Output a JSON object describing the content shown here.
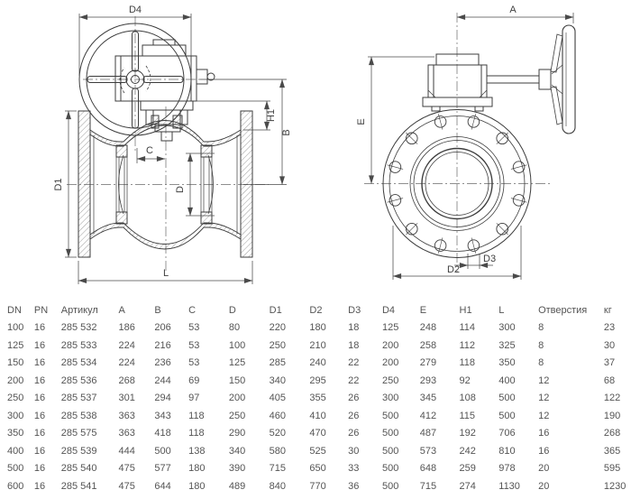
{
  "page": {
    "background": "#ffffff",
    "line_color": "#3c3c3c",
    "dim_color": "#4a4a4a",
    "text_color": "#545454"
  },
  "drawing": {
    "side_view": {
      "labels": {
        "d4": "D4",
        "d1": "D1",
        "l": "L",
        "c": "C",
        "d": "D",
        "h1": "H1",
        "b": "B"
      }
    },
    "front_view": {
      "labels": {
        "a": "A",
        "e": "E",
        "d2": "D2",
        "d3": "D3"
      }
    }
  },
  "table": {
    "headers": [
      "DN",
      "PN",
      "Артикул",
      "A",
      "B",
      "C",
      "D",
      "D1",
      "D2",
      "D3",
      "D4",
      "E",
      "H1",
      "L",
      "Отверстия",
      "кг"
    ],
    "rows": [
      [
        "100",
        "16",
        "285 532",
        "186",
        "206",
        "53",
        "80",
        "220",
        "180",
        "18",
        "125",
        "248",
        "114",
        "300",
        "8",
        "23"
      ],
      [
        "125",
        "16",
        "285 533",
        "224",
        "216",
        "53",
        "100",
        "250",
        "210",
        "18",
        "200",
        "258",
        "112",
        "325",
        "8",
        "30"
      ],
      [
        "150",
        "16",
        "285 534",
        "224",
        "236",
        "53",
        "125",
        "285",
        "240",
        "22",
        "200",
        "279",
        "118",
        "350",
        "8",
        "37"
      ],
      [
        "200",
        "16",
        "285 536",
        "268",
        "244",
        "69",
        "150",
        "340",
        "295",
        "22",
        "250",
        "293",
        "92",
        "400",
        "12",
        "68"
      ],
      [
        "250",
        "16",
        "285 537",
        "301",
        "294",
        "97",
        "200",
        "405",
        "355",
        "26",
        "300",
        "345",
        "108",
        "500",
        "12",
        "122"
      ],
      [
        "300",
        "16",
        "285 538",
        "363",
        "343",
        "118",
        "250",
        "460",
        "410",
        "26",
        "500",
        "412",
        "115",
        "500",
        "12",
        "190"
      ],
      [
        "350",
        "16",
        "285 575",
        "363",
        "418",
        "118",
        "290",
        "520",
        "470",
        "26",
        "500",
        "487",
        "192",
        "706",
        "16",
        "268"
      ],
      [
        "400",
        "16",
        "285 539",
        "444",
        "500",
        "138",
        "340",
        "580",
        "525",
        "30",
        "500",
        "573",
        "242",
        "810",
        "16",
        "365"
      ],
      [
        "500",
        "16",
        "285 540",
        "475",
        "577",
        "180",
        "390",
        "715",
        "650",
        "33",
        "500",
        "648",
        "259",
        "978",
        "20",
        "595"
      ],
      [
        "600",
        "16",
        "285 541",
        "475",
        "644",
        "180",
        "489",
        "840",
        "770",
        "36",
        "500",
        "715",
        "274",
        "1130",
        "20",
        "1230"
      ]
    ]
  }
}
